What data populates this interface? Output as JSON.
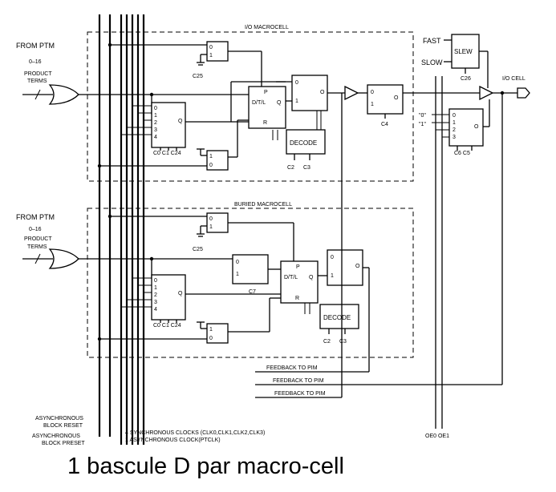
{
  "io_macrocell_label": "I/O MACROCELL",
  "buried_macrocell_label": "BURIED MACROCELL",
  "from_ptm_1": "FROM PTM",
  "from_ptm_2": "FROM PTM",
  "range_1": "0–16",
  "range_2": "0–16",
  "product_1": "PRODUCT",
  "product_2": "PRODUCT",
  "terms_1": "TERMS",
  "terms_2": "TERMS",
  "fast": "FAST",
  "slow": "SLOW",
  "slew": "SLEW",
  "io_cell": "I/O CELL",
  "decode_1": "DECODE",
  "decode_2": "DECODE",
  "reg_p": "P",
  "reg_dtl": "D/T/L",
  "reg_q": "Q",
  "reg_r": "R",
  "mux_q": "Q",
  "mux_o": "O",
  "zero": "0",
  "one": "1",
  "two": "2",
  "three": "3",
  "four": "4",
  "c25": "C25",
  "c26": "C26",
  "c4": "C4",
  "c7": "C7",
  "c2": "C2",
  "c3": "C3",
  "c0c1c24": "C0 C1 C24",
  "c6c5": "C6 C5",
  "q0": "\"0\"",
  "q1": "\"1\"",
  "feedback_1": "FEEDBACK TO PIM",
  "feedback_2": "FEEDBACK TO PIM",
  "feedback_3": "FEEDBACK TO PIM",
  "async_reset_1": "ASYNCHRONOUS",
  "async_reset_2": "BLOCK RESET",
  "async_preset_1": "ASYNCHRONOUS",
  "async_preset_2": "BLOCK PRESET",
  "sync_clocks": "4 SYNCHRONOUS CLOCKS (CLK0,CLK1,CLK2,CLK3)",
  "async_clock": "1 ASYNCHRONOUS CLOCK(PTCLK)",
  "oe": "OE0  OE1",
  "caption": "1 bascule D par macro-cell"
}
